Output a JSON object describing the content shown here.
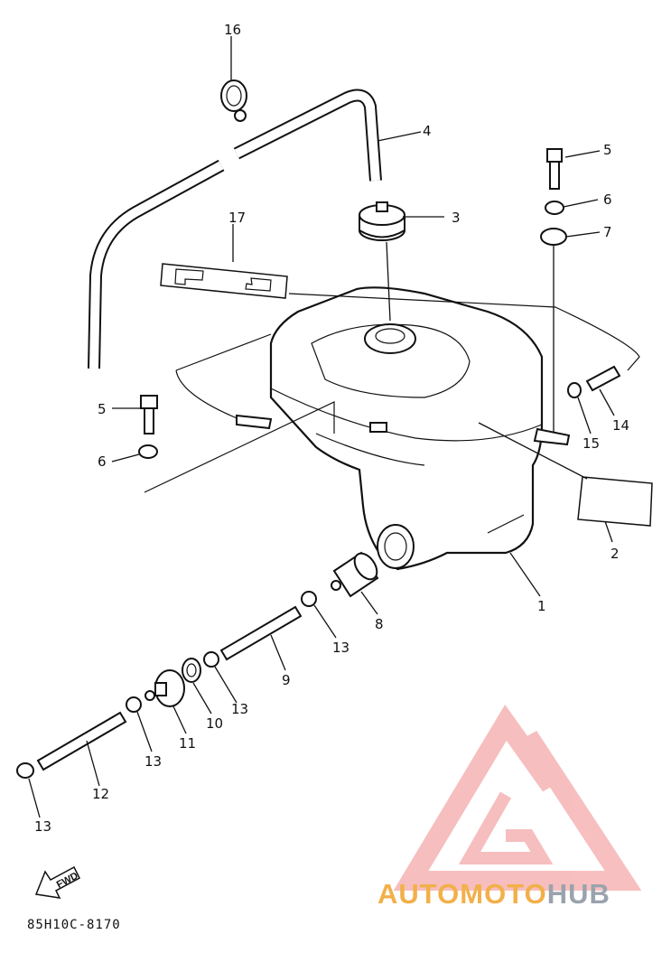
{
  "diagram_code": "85H10C-8170",
  "fwd_label": "FWD",
  "watermark": {
    "part1": "AUTOMOTO",
    "part2": "HUB",
    "color_primary": "#f2b04a",
    "color_secondary": "#9aa3ad",
    "logo_color": "#f08a8a"
  },
  "callouts": {
    "c1": "1",
    "c2": "2",
    "c3": "3",
    "c4": "4",
    "c5a": "5",
    "c5b": "5",
    "c6a": "6",
    "c6b": "6",
    "c7": "7",
    "c8": "8",
    "c9": "9",
    "c10": "10",
    "c11": "11",
    "c12": "12",
    "c13a": "13",
    "c13b": "13",
    "c13c": "13",
    "c13d": "13",
    "c14": "14",
    "c15": "15",
    "c16": "16",
    "c17": "17"
  }
}
